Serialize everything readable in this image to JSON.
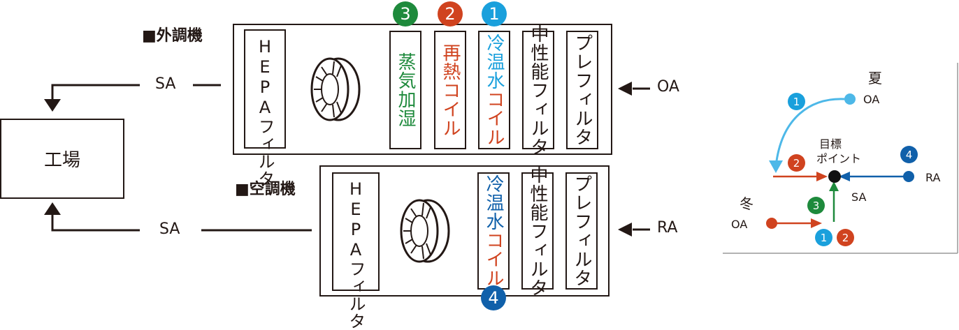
{
  "factory": "工場",
  "sections": {
    "outdoor_unit": "■外調機",
    "ac_unit": "■空調機"
  },
  "labels": {
    "sa_top": "SA",
    "sa_bottom": "SA",
    "oa": "OA",
    "ra": "RA"
  },
  "outdoor_components": {
    "hepa": "HEPAフィルタ",
    "steam": "蒸気加湿",
    "reheat": "再熱コイル",
    "chilled_prefix": "冷温水",
    "chilled_suffix": "コイル",
    "medium": "中性能フィルタ",
    "pre": "プレフィルタ"
  },
  "ac_components": {
    "hepa": "HEPAフィルタ",
    "chilled_prefix": "冷温水",
    "chilled_suffix": "コイル",
    "medium": "中性能フィルタ",
    "pre": "プレフィルタ"
  },
  "badges": {
    "b1": "1",
    "b2": "2",
    "b3": "3",
    "b4": "4"
  },
  "psychro": {
    "summer": "夏",
    "winter": "冬",
    "target_line1": "目標",
    "target_line2": "ポイント",
    "oa_summer": "OA",
    "oa_winter": "OA",
    "ra": "RA",
    "sa": "SA",
    "s1": "1",
    "s2": "2",
    "s3": "3",
    "s4": "4",
    "w1": "1",
    "w2": "2"
  },
  "colors": {
    "ink": "#231815",
    "green": "#1e8a3c",
    "red": "#d0431f",
    "lightblue": "#1aa0dc",
    "darkblue": "#1060aa",
    "arrowblue": "#4db8e8"
  }
}
